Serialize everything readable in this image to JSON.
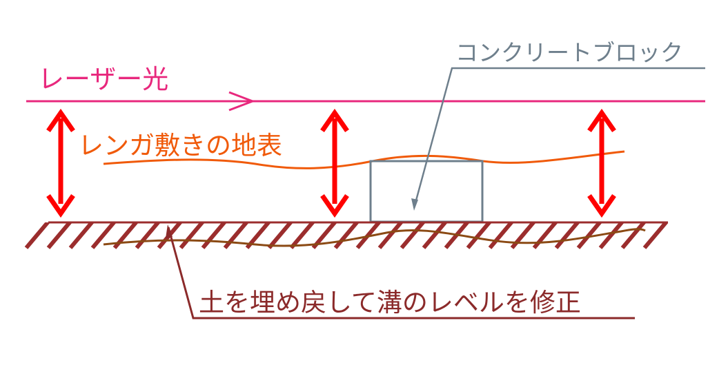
{
  "labels": {
    "laser": "レーザー光",
    "paved_surface": "レンガ敷きの地表",
    "concrete_block": "コンクリートブロック",
    "backfill": "土を埋め戻して溝のレベルを修正"
  },
  "colors": {
    "laser": "#e8287d",
    "paved_surface": "#f05a0a",
    "concrete_block": "#6e7f8c",
    "ground": "#9b2d2d",
    "backfill_line": "#8b4a14",
    "measure_arrow": "#ff0000",
    "leader_backfill": "#8b2a2a",
    "background": "#ffffff"
  }
}
